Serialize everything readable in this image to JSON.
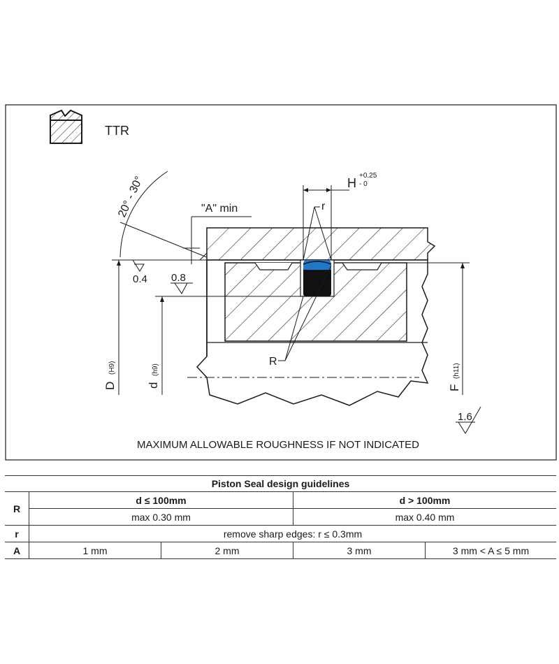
{
  "drawing": {
    "icon_label": "TTR",
    "angle_label": "20° - 30°",
    "a_min_label": "\"A\" min",
    "h_label": "H",
    "h_tol_upper": "+0.25",
    "h_tol_lower": "- 0",
    "r_small_label": "r",
    "r_big_label": "R",
    "rough_04": "0.4",
    "rough_08": "0.8",
    "rough_16": "1.6",
    "dim_D": "D",
    "dim_D_tol": "(H9)",
    "dim_d": "d",
    "dim_d_tol": "(h9)",
    "dim_F": "F",
    "dim_F_tol": "(h11)",
    "footnote": "MAXIMUM ALLOWABLE ROUGHNESS IF NOT INDICATED",
    "colors": {
      "seal_top": "#1f78c8",
      "seal_body": "#111111",
      "line": "#1a1a1a"
    }
  },
  "table": {
    "title": "Piston Seal design guidelines",
    "rows": {
      "R": {
        "key": "R",
        "col1_header": "d ≤ 100mm",
        "col2_header": "d > 100mm",
        "col1_value": "max 0.30 mm",
        "col2_value": "max 0.40 mm"
      },
      "r": {
        "key": "r",
        "value": "remove sharp edges: r  ≤ 0.3mm"
      },
      "A": {
        "key": "A",
        "values": [
          "1 mm",
          "2 mm",
          "3 mm",
          "3 mm < A ≤ 5 mm"
        ]
      }
    }
  }
}
